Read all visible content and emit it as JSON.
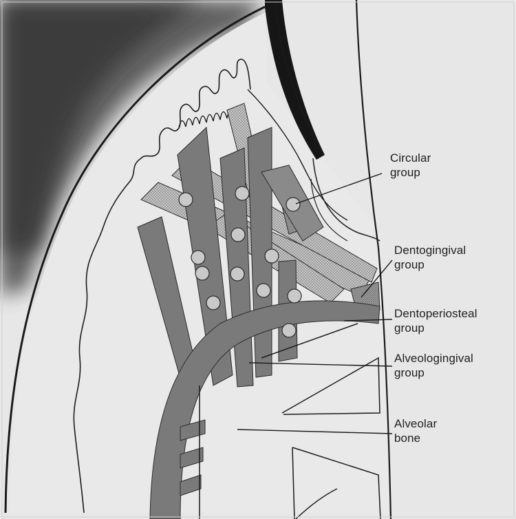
{
  "diagram": {
    "labels": [
      {
        "key": "circular",
        "lines": [
          "Circular",
          "group"
        ]
      },
      {
        "key": "dentogingival",
        "lines": [
          "Dentogingival",
          "group"
        ]
      },
      {
        "key": "dentoperiosteal",
        "lines": [
          "Dentoperiosteal",
          "group"
        ]
      },
      {
        "key": "alveologingival",
        "lines": [
          "Alveologingival",
          "group"
        ]
      },
      {
        "key": "alveolar_bone",
        "lines": [
          "Alveolar",
          "bone"
        ]
      }
    ],
    "colors": {
      "background": "#e7e7e7",
      "fiber_dark": "#7a7a7a",
      "fiber_light": "#bdbdbd",
      "outline": "#1a1a1a",
      "shadow": "#3a3a3a"
    }
  }
}
